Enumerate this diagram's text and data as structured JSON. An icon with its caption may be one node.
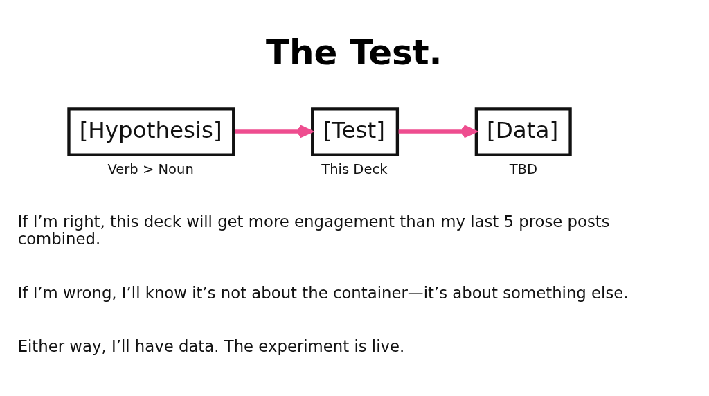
{
  "diagram": {
    "title": "The Test.",
    "nodes": [
      {
        "text": [
          "[Hypothesis]"
        ],
        "beside": [
          "Verb > Noun"
        ]
      },
      {
        "text": [
          "[Test]"
        ],
        "beside": [
          "This Deck"
        ]
      },
      {
        "text": [
          "[Data]"
        ],
        "beside": [
          "TBD"
        ]
      }
    ],
    "edges": [
      {
        "from": 0,
        "to": 1,
        "arrow": "to"
      },
      {
        "from": 1,
        "to": 2,
        "arrow": "to"
      }
    ],
    "labels": [
      "If I’m right, this deck will get more engagement than my last 5 prose posts combined.",
      "If I’m wrong, I’ll know it’s not about the container—it’s about something else.",
      "Either way, I’ll have data. The experiment is live."
    ]
  }
}
